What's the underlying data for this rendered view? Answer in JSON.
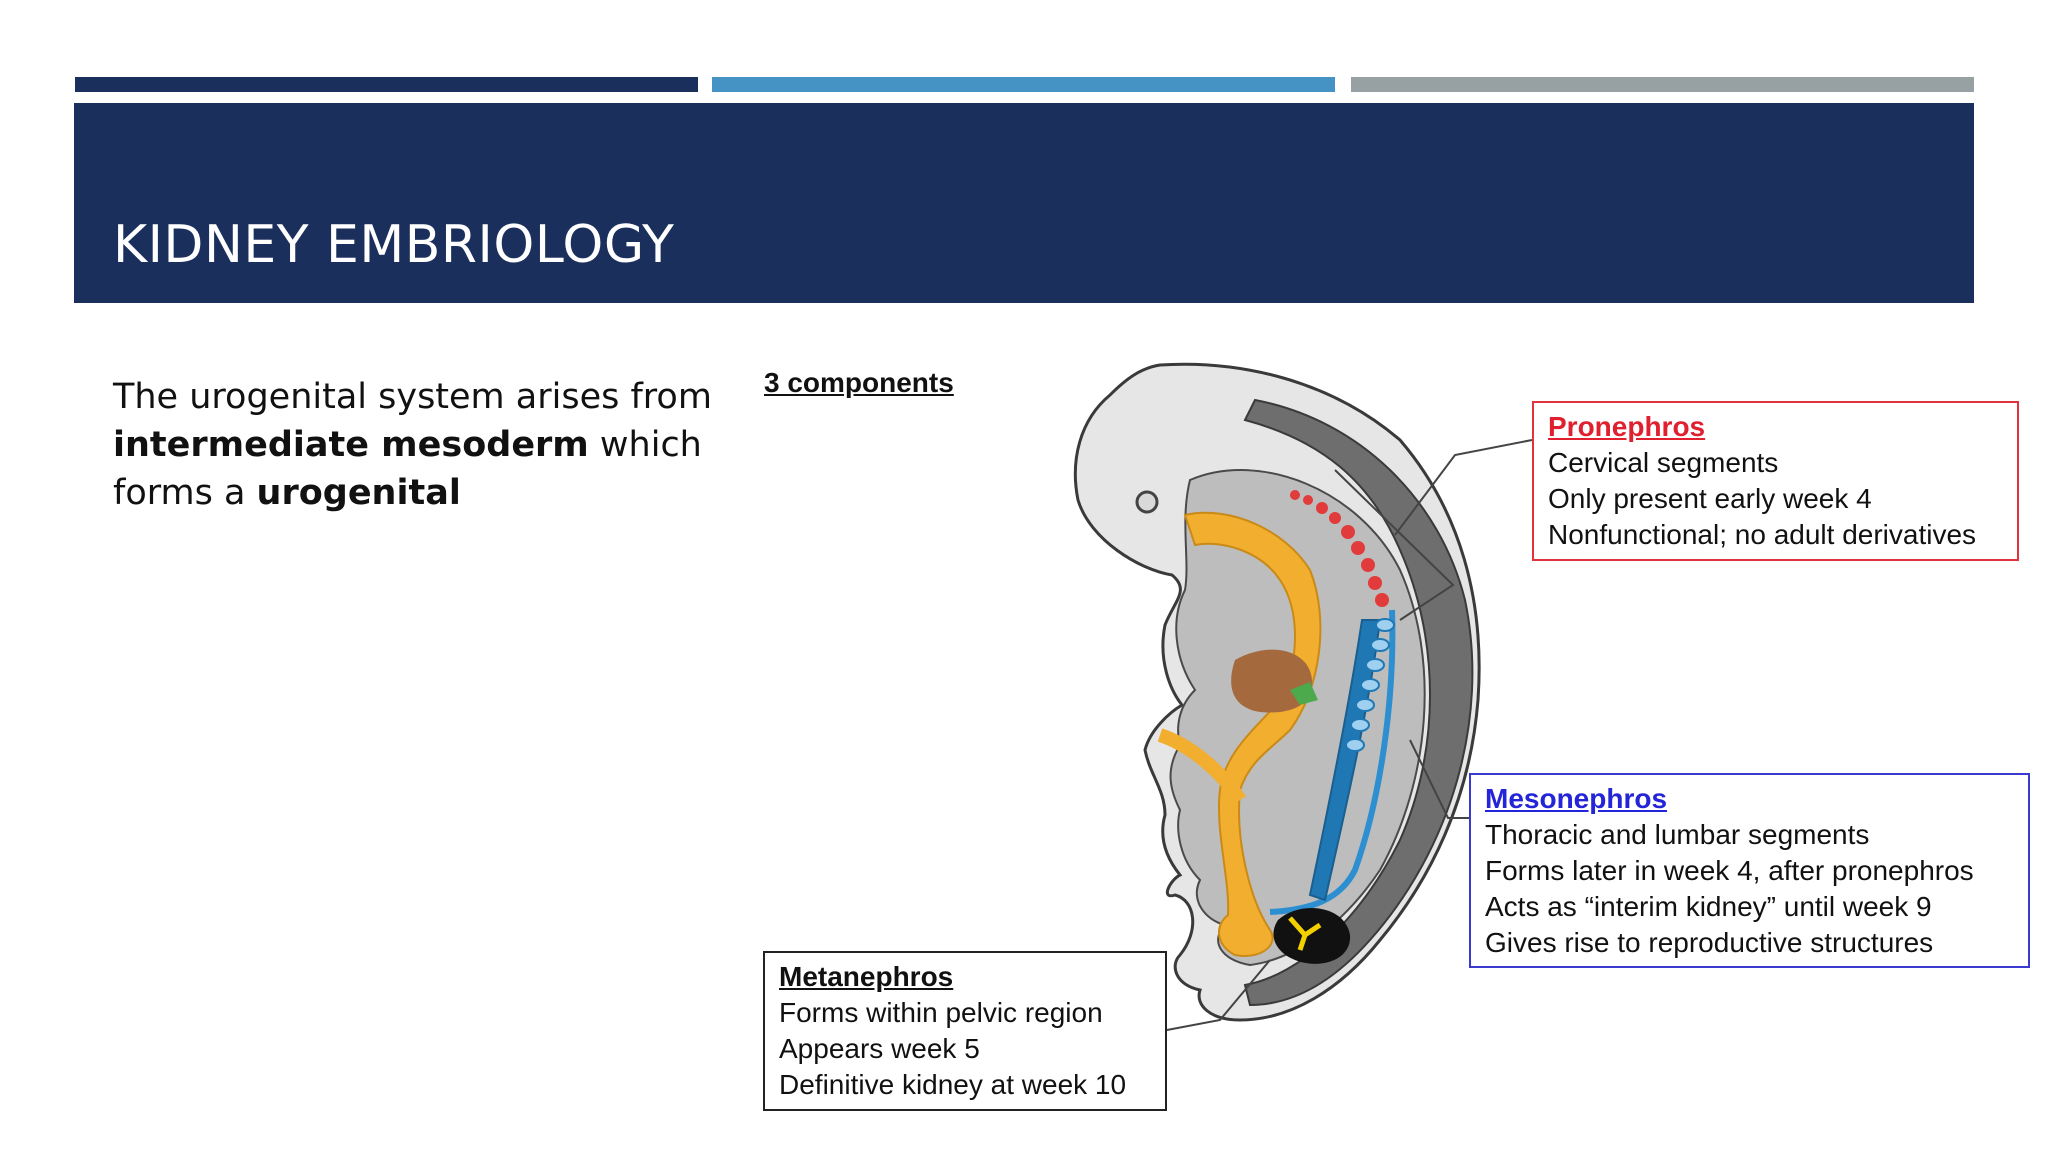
{
  "slide": {
    "title": "KIDNEY EMBRIOLOGY",
    "body": {
      "part1": "The urogenital system arises from ",
      "bold1": "intermediate mesoderm",
      "part2": " which forms a ",
      "bold2": "urogenital"
    }
  },
  "figure": {
    "heading": "3 components",
    "pronephros": {
      "title": "Pronephros",
      "lines": [
        "Cervical segments",
        "Only present early week 4",
        "Nonfunctional; no adult derivatives"
      ]
    },
    "mesonephros": {
      "title": "Mesonephros",
      "lines": [
        "Thoracic and lumbar segments",
        "Forms later in week 4, after pronephros",
        "Acts as “interim kidney” until week 9",
        "Gives rise to reproductive structures"
      ]
    },
    "metanephros": {
      "title": "Metanephros",
      "lines": [
        "Forms within pelvic region",
        "Appears week 5",
        "Definitive kidney at week 10"
      ]
    }
  },
  "colors": {
    "header": "#1b2f5c",
    "bar1": "#1b2f5c",
    "bar2": "#4593c5",
    "bar3": "#97a0a3",
    "pronephros": "#e0202e",
    "mesonephros": "#2424d8"
  }
}
